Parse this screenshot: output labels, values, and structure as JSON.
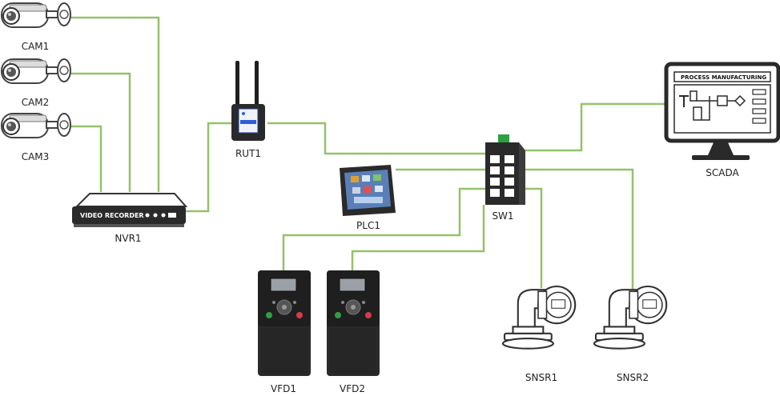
{
  "colors": {
    "link": "#93c26a",
    "device_dark": "#2a2a2a",
    "device_mid": "#3c3c3c"
  },
  "devices": {
    "cam1": {
      "label": "CAM1"
    },
    "cam2": {
      "label": "CAM2"
    },
    "cam3": {
      "label": "CAM3"
    },
    "nvr1": {
      "label": "NVR1",
      "face_text": "VIDEO RECORDER"
    },
    "rut1": {
      "label": "RUT1"
    },
    "plc1": {
      "label": "PLC1"
    },
    "sw1": {
      "label": "SW1"
    },
    "scada": {
      "label": "SCADA",
      "screen_title": "PROCESS MANUFACTURING"
    },
    "vfd1": {
      "label": "VFD1"
    },
    "vfd2": {
      "label": "VFD2"
    },
    "snsr1": {
      "label": "SNSR1"
    },
    "snsr2": {
      "label": "SNSR2"
    }
  },
  "icons": {
    "camera": "cctv-camera-icon",
    "nvr": "video-recorder-icon",
    "router": "cellular-router-icon",
    "plc": "plc-hmi-icon",
    "switch": "ethernet-switch-icon",
    "scada": "scada-monitor-icon",
    "vfd": "variable-frequency-drive-icon",
    "sensor": "flow-sensor-icon"
  },
  "links": [
    {
      "from": "CAM1",
      "to": "NVR1"
    },
    {
      "from": "CAM2",
      "to": "NVR1"
    },
    {
      "from": "CAM3",
      "to": "NVR1"
    },
    {
      "from": "NVR1",
      "to": "RUT1"
    },
    {
      "from": "RUT1",
      "to": "SW1"
    },
    {
      "from": "PLC1",
      "to": "SW1"
    },
    {
      "from": "SCADA",
      "to": "SW1"
    },
    {
      "from": "VFD1",
      "to": "SW1"
    },
    {
      "from": "VFD2",
      "to": "SW1"
    },
    {
      "from": "SNSR1",
      "to": "SW1"
    },
    {
      "from": "SNSR2",
      "to": "SW1"
    }
  ]
}
